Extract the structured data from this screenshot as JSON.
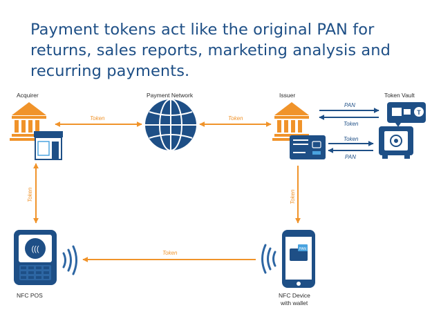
{
  "heading": {
    "line1": "Payment tokens act like the original PAN for",
    "line2": "returns, sales reports, marketing analysis and",
    "line3": "recurring payments."
  },
  "nodes": {
    "acquirer": "Acquirer",
    "payment_network": "Payment Network",
    "issuer": "Issuer",
    "token_vault": "Token Vault",
    "nfc_pos": "NFC POS",
    "nfc_device_line1": "NFC Device",
    "nfc_device_line2": "with wallet"
  },
  "flows": {
    "acquirer_network": "Token",
    "network_issuer": "Token",
    "issuer_vault_top": "PAN",
    "vault_issuer_top": "Token",
    "issuer_vault_bottom": "Token",
    "vault_issuer_bottom": "PAN",
    "issuer_device": "Token",
    "pos_acquirer": "Token",
    "device_pos": "Token"
  },
  "pos_screen_text": "(((",
  "phone_screen_text": "PAN",
  "vault_token_badge": "T",
  "colors": {
    "heading": "#1e4f86",
    "icon_blue": "#1e4f86",
    "icon_orange": "#f0932a",
    "arrow_orange": "#f0932a",
    "arrow_blue": "#1e4f86"
  }
}
